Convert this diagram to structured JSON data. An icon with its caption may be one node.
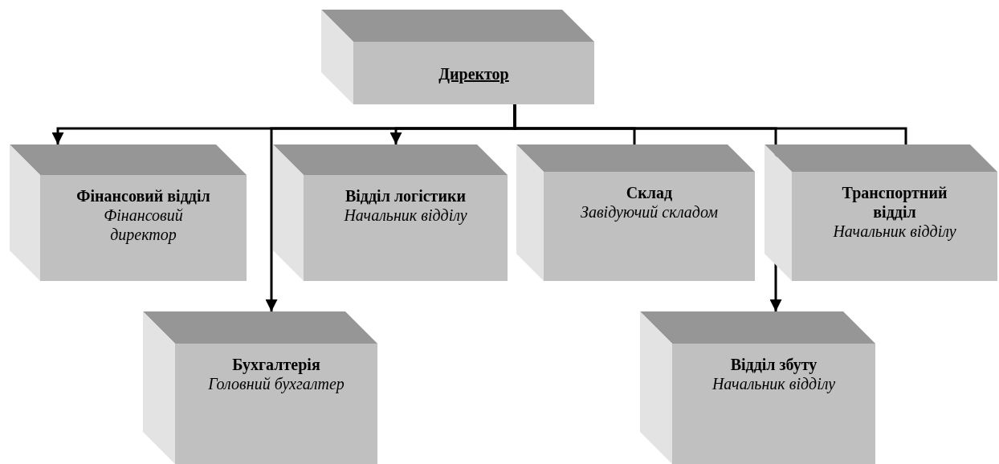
{
  "diagram": {
    "nodes": [
      {
        "text": [
          "Директор"
        ]
      },
      {
        "text": [
          "Фінансовий відділ",
          "Фінансовий директор"
        ]
      },
      {
        "text": [
          "Бухгалтерія",
          "Головний бухгалтер"
        ]
      },
      {
        "text": [
          "Відділ логістики",
          "Начальник відділу"
        ]
      },
      {
        "text": [
          "Склад",
          "Завідуючий складом"
        ]
      },
      {
        "text": [
          "Транспортний відділ",
          "Начальник відділу"
        ]
      },
      {
        "text": [
          "Відділ збуту",
          "Начальник відділу"
        ]
      }
    ],
    "edges": [
      {
        "from": 0,
        "to": 1,
        "arrow": "to"
      },
      {
        "from": 0,
        "to": 2,
        "arrow": "to"
      },
      {
        "from": 0,
        "to": 3,
        "arrow": "to"
      },
      {
        "from": 0,
        "to": 4,
        "arrow": "none"
      },
      {
        "from": 0,
        "to": 5,
        "arrow": "none"
      },
      {
        "from": 0,
        "to": 6,
        "arrow": "to"
      }
    ]
  }
}
